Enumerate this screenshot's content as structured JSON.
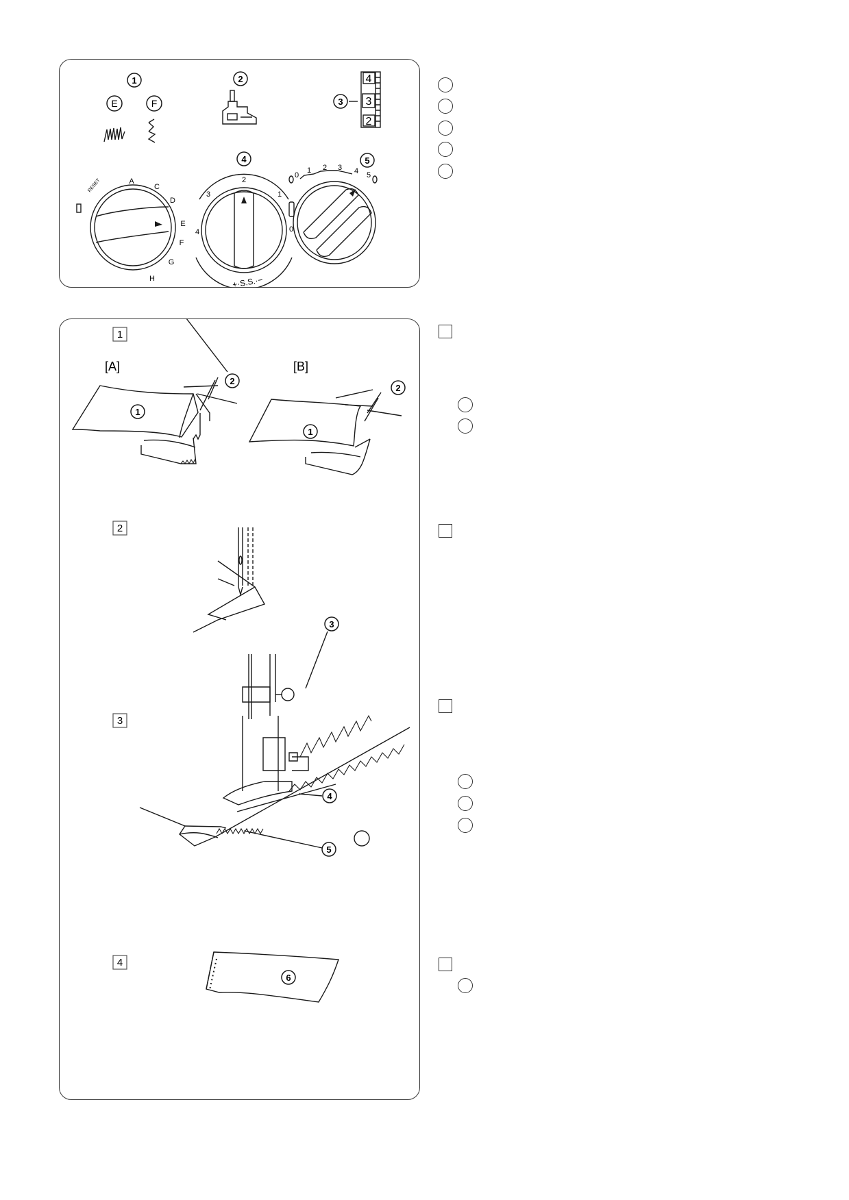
{
  "panel1": {
    "callouts": [
      "1",
      "2",
      "3",
      "4",
      "5"
    ],
    "stitch_labels": [
      "E",
      "F"
    ],
    "stitch_length_window": [
      "4",
      "3",
      "2"
    ],
    "pattern_dial": {
      "reset_label": "RESET",
      "letters": [
        "A",
        "C",
        "D",
        "E",
        "F",
        "G",
        "H"
      ]
    },
    "tension_dial": {
      "numbers": [
        "2",
        "1",
        "3",
        "4",
        "0"
      ],
      "fine_label": "+·S.S.·−"
    },
    "width_dial": {
      "numbers": [
        "0",
        "1",
        "2",
        "3",
        "4",
        "5"
      ]
    }
  },
  "panel2": {
    "steps": [
      "1",
      "2",
      "3",
      "4"
    ],
    "variants": [
      "[A]",
      "[B]"
    ],
    "callouts": [
      "1",
      "2",
      "2",
      "1",
      "3",
      "4",
      "5",
      "6"
    ]
  }
}
